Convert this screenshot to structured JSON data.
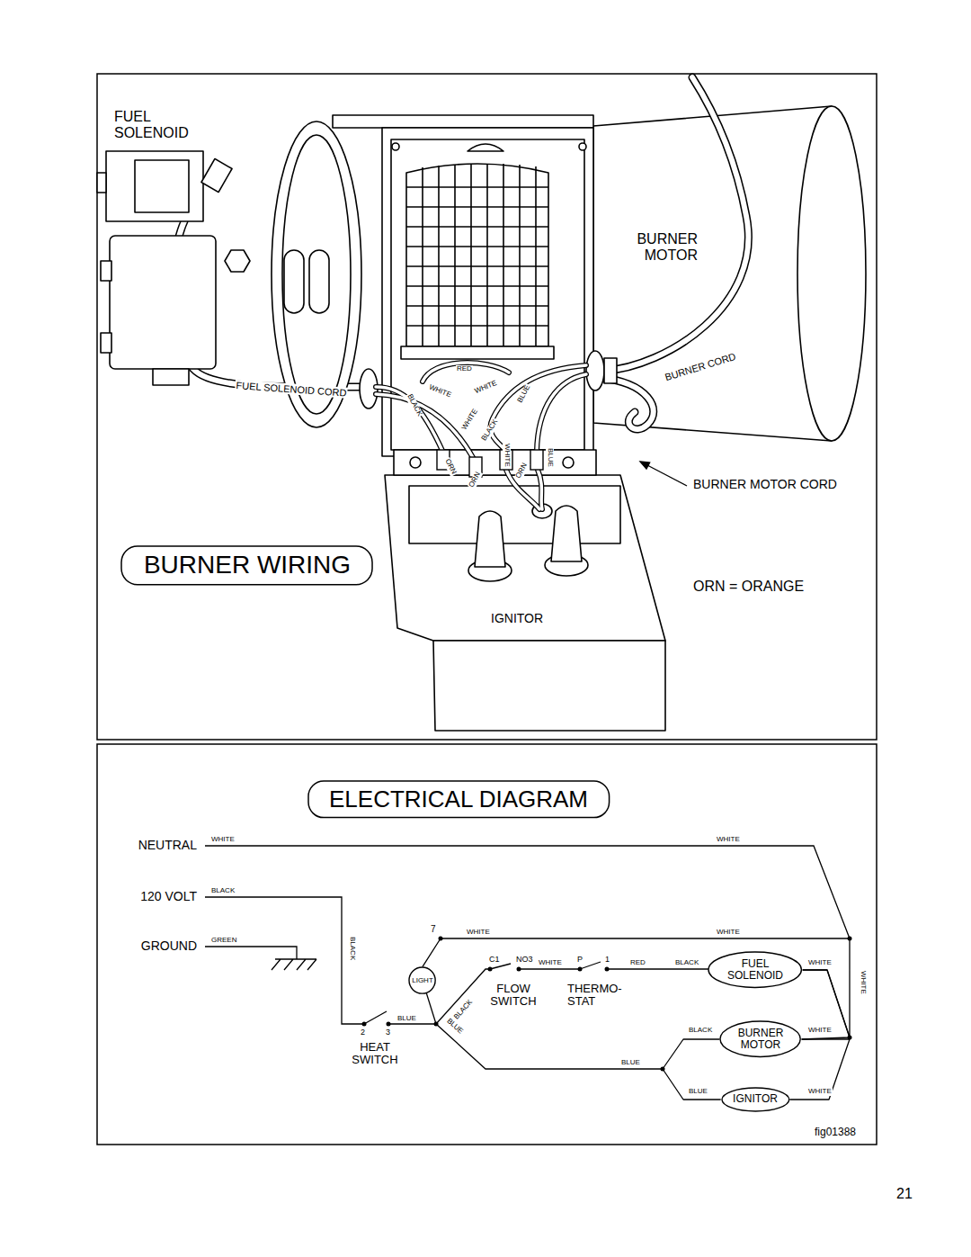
{
  "diagram": {
    "nodes": [
      {
        "text": [
          "BURNER WIRING"
        ]
      },
      {
        "text": [
          "ELECTRICAL DIAGRAM"
        ]
      },
      {
        "text": [
          "LIGHT"
        ]
      },
      {
        "text": [
          "FUEL SOLENOID"
        ]
      },
      {
        "text": [
          "BURNER MOTOR"
        ]
      },
      {
        "text": [
          "IGNITOR"
        ]
      }
    ],
    "edges": [
      {
        "from": 2,
        "to": 3,
        "arrow": "none"
      },
      {
        "from": 3,
        "to": 4,
        "arrow": "none"
      },
      {
        "from": 4,
        "to": 5,
        "arrow": "none"
      },
      {
        "from": 4,
        "to": 5,
        "arrow": "none"
      }
    ],
    "labels": [
      "FUEL SOLENOID",
      "BURNER MOTOR",
      "RED",
      "FUEL SOLENOID CORD",
      "BURNER CORD",
      "BLACK",
      "WHITE",
      "WHITE",
      "BLUE",
      "WHITE",
      "BLACK",
      "ORN",
      "ORN",
      "WHITE",
      "ORN",
      "BLUE",
      "BURNER MOTOR CORD",
      "ORN = ORANGE",
      "IGNITOR",
      "NEUTRAL",
      "WHITE",
      "WHITE",
      "120 VOLT",
      "BLACK",
      "GROUND",
      "GREEN",
      "BLACK",
      "7",
      "WHITE",
      "WHITE",
      "C1",
      "NO3",
      "WHITE",
      "P",
      "1",
      "RED",
      "BLACK",
      "WHITE",
      "WHITE",
      "BLACK",
      "FLOW SWITCH",
      "THERMO- STAT",
      "2",
      "3",
      "BLUE",
      "HEAT SWITCH",
      "BLUE",
      "BLACK",
      "WHITE",
      "BLUE",
      "BLUE",
      "WHITE",
      "fig01388",
      "21"
    ]
  }
}
